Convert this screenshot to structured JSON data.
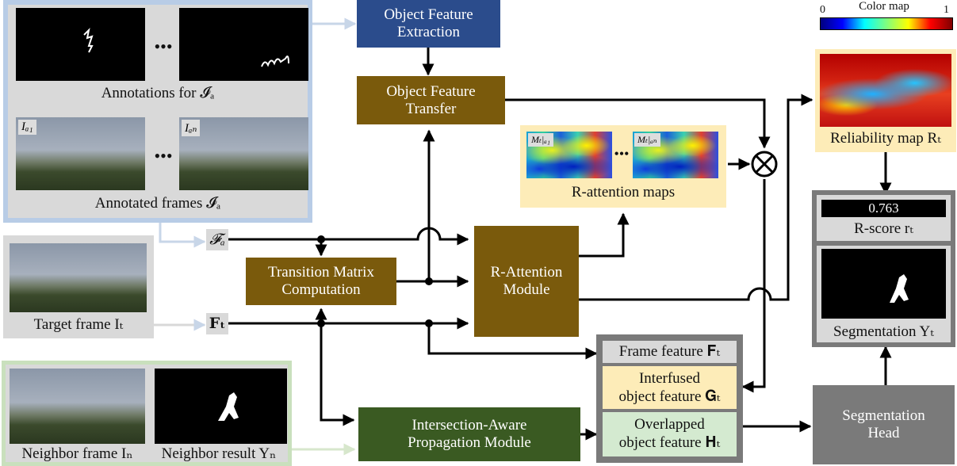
{
  "modules": {
    "object_feature_extraction": "Object Feature\nExtraction",
    "object_feature_transfer": "Object Feature\nTransfer",
    "transition_matrix": "Transition Matrix\nComputation",
    "r_attention": "R-Attention\nModule",
    "intersection_aware": "Intersection-Aware\nPropagation Module",
    "segmentation_head": "Segmentation\nHead"
  },
  "panels": {
    "annotations_caption": "Annotations for 𝓘ₐ",
    "annotated_frames_caption": "Annotated frames 𝓘ₐ",
    "frame_tag_first": "Iₐ₁",
    "frame_tag_last": "Iₐₙ",
    "ellipsis": "•••",
    "target_caption": "Target frame Iₜ",
    "neighbor_frame_caption": "Neighbor frame Iₙ",
    "neighbor_result_caption": "Neighbor result Yₙ",
    "r_attention_caption": "R-attention maps",
    "map_tag_first": "Mₜ|ₐ₁",
    "map_tag_last": "Mₜ|ₐₙ",
    "reliability_caption": "Reliability map Rₜ",
    "colormap_title": "Color map",
    "colormap_min": "0",
    "colormap_max": "1",
    "r_score_value": "0.763",
    "r_score_caption": "R-score rₜ",
    "segmentation_caption": "Segmentation Yₜ"
  },
  "features": {
    "annotated_feature": "𝓕ₐ",
    "frame_feature_symbol": "𝐅ₜ",
    "frame_feature": "Frame feature 𝐅ₜ",
    "interfused": "Interfused\nobject feature 𝐆ₜ",
    "overlapped": "Overlapped\nobject feature 𝐇ₜ"
  },
  "colors": {
    "extraction": "#2b4c8c",
    "brown": "#7a5a0c",
    "green": "#3a5a22",
    "gray_head": "#7a7a7a",
    "annot_border": "#b8cce6",
    "neighbor_border": "#c9e0bd",
    "attention_bg": "#fdecb8",
    "interfused_bg": "#fdecb8",
    "overlapped_bg": "#d4ead0"
  }
}
